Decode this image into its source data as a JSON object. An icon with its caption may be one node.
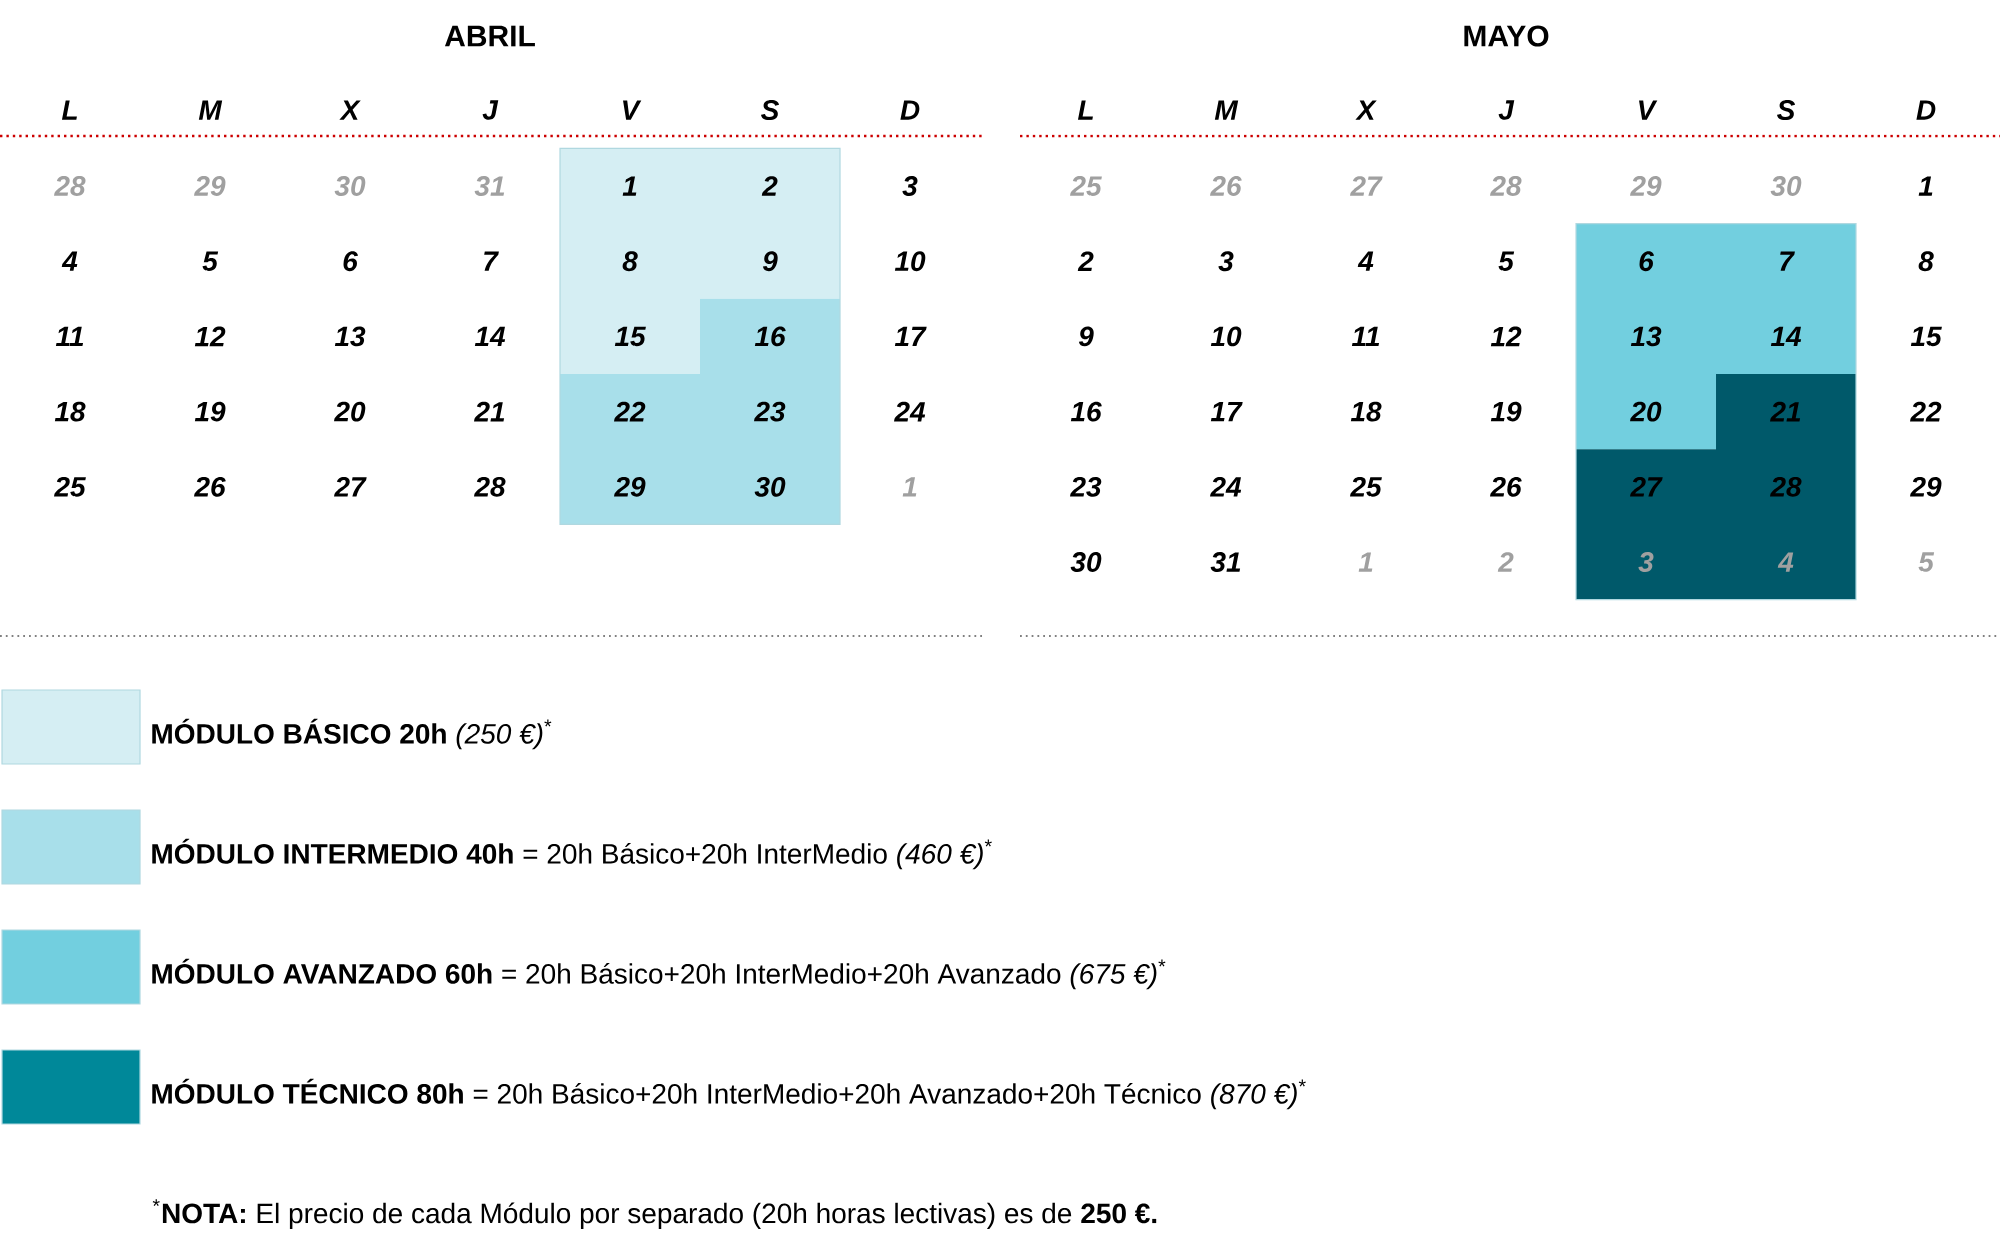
{
  "diagram": {
    "labels": [
      "ABRIL",
      "MAYO",
      "L",
      "M",
      "X",
      "J",
      "V",
      "S",
      "D",
      "L",
      "M",
      "X",
      "J",
      "V",
      "S",
      "D",
      "28",
      "29",
      "30",
      "31",
      "1",
      "2",
      "3",
      "4",
      "5",
      "6",
      "7",
      "8",
      "9",
      "10",
      "11",
      "12",
      "13",
      "14",
      "15",
      "16",
      "17",
      "18",
      "19",
      "20",
      "21",
      "22",
      "23",
      "24",
      "25",
      "26",
      "27",
      "28",
      "29",
      "30",
      "1",
      "25",
      "26",
      "27",
      "28",
      "29",
      "30",
      "1",
      "2",
      "3",
      "4",
      "5",
      "6",
      "7",
      "8",
      "9",
      "10",
      "11",
      "12",
      "13",
      "14",
      "15",
      "16",
      "17",
      "18",
      "19",
      "20",
      "21",
      "22",
      "23",
      "24",
      "25",
      "26",
      "27",
      "28",
      "29",
      "30",
      "31",
      "1",
      "2",
      "3",
      "4",
      "5",
      "$^{*}$**NOTA:**  El precio de cada Módulo por separado (20h horas lectivas) es de **250 €.**"
    ],
    "legend": [
      {
        "text": "**MÓDULO BÁSICO 20h** *(250 €)*$^{*}$",
        "color": "#d5eef3"
      },
      {
        "text": "**MÓDULO INTERMEDIO 40h** = 20h Básico+20h InterMedio *(460 €)*$^{*}$",
        "color": "#a8dfea"
      },
      {
        "text": "**MÓDULO AVANZADO 60h** = 20h Básico+20h InterMedio+20h Avanzado  *(675 €)*$^{*}$",
        "color": "#72cfdf"
      },
      {
        "text": "**MÓDULO TÉCNICO 80h** = 20h Básico+20h InterMedio+20h Avanzado+20h Técnico *(870 €)*$^{*}$",
        "color": "#008899"
      }
    ]
  }
}
